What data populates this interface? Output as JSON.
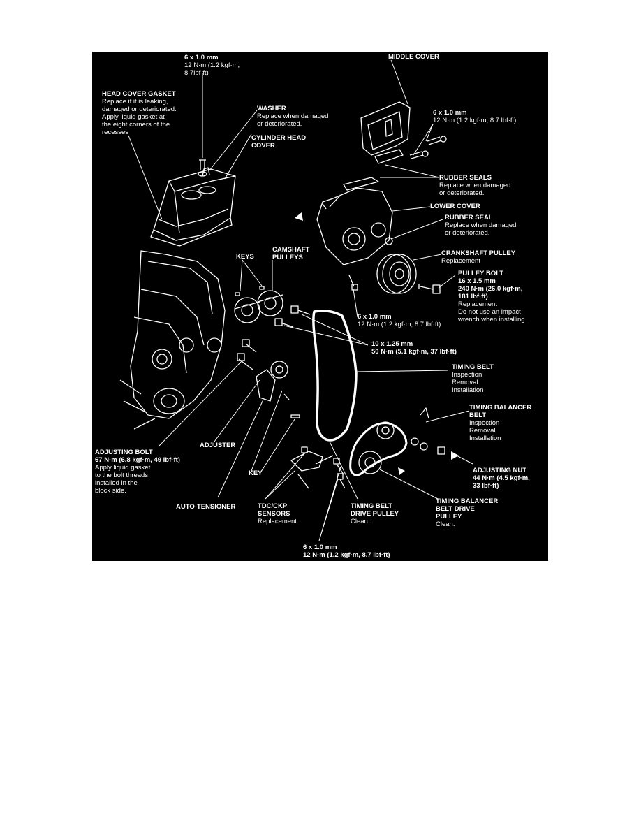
{
  "colors": {
    "background": "#000000",
    "ink": "#ffffff",
    "page": "#ffffff"
  },
  "labels": {
    "top_bolt": {
      "head": "6 x 1.0 mm",
      "lines": [
        "12 N·m (1.2 kgf·m,",
        "8.7lbf·ft)"
      ]
    },
    "head_cover_gasket": {
      "head": "HEAD COVER GASKET",
      "lines": [
        "Replace if it is leaking,",
        "damaged or deteriorated.",
        "Apply liquid gasket at",
        "the eight corners of the",
        "recesses"
      ]
    },
    "washer": {
      "head": "WASHER",
      "lines": [
        "Replace when damaged",
        "or deteriorated."
      ]
    },
    "cylinder_head_cover": {
      "head": "CYLINDER HEAD",
      "lines": [
        "COVER"
      ]
    },
    "middle_cover": {
      "head": "MIDDLE COVER",
      "lines": []
    },
    "middle_bolt": {
      "head": "6 x 1.0 mm",
      "lines": [
        "12 N·m (1.2 kgf·m, 8.7 lbf·ft)"
      ]
    },
    "rubber_seals": {
      "head": "RUBBER SEALS",
      "lines": [
        "Replace when damaged",
        "or deteriorated."
      ]
    },
    "lower_cover": {
      "head": "LOWER COVER",
      "lines": []
    },
    "rubber_seal": {
      "head": "RUBBER SEAL",
      "lines": [
        "Replace when damaged",
        "or deteriorated."
      ]
    },
    "crankshaft_pulley": {
      "head": "CRANKSHAFT PULLEY",
      "lines": [
        "Replacement"
      ]
    },
    "pulley_bolt": {
      "head": "PULLEY BOLT",
      "lines": [
        "16 x 1.5 mm",
        "240 N·m (26.0 kgf·m,",
        "181 lbf·ft)",
        "Replacement",
        "Do not use an impact",
        "wrench when installing."
      ]
    },
    "keys": {
      "head": "KEYS",
      "lines": []
    },
    "camshaft_pulleys": {
      "head": "CAMSHAFT",
      "lines": [
        "PULLEYS"
      ]
    },
    "lower_cover_bolt": {
      "head": "6 x 1.0 mm",
      "lines": [
        "12 N·m (1.2 kgf·m, 8.7 lbf·ft)"
      ]
    },
    "cam_bolt": {
      "head": "10 x 1.25 mm",
      "lines": [
        "50 N·m (5.1 kgf·m, 37 lbf·ft)"
      ]
    },
    "timing_belt": {
      "head": "TIMING BELT",
      "lines": [
        "Inspection",
        "Removal",
        "Installation"
      ]
    },
    "timing_balancer_belt": {
      "head": "TIMING BALANCER",
      "lines": [
        "BELT",
        "Inspection",
        "Removal",
        "Installation"
      ]
    },
    "adjusting_bolt": {
      "head": "ADJUSTING BOLT",
      "lines": [
        "67 N·m (6.8 kgf·m, 49 lbf·ft)",
        "Apply liquid gasket",
        "to the bolt threads",
        "installed in the",
        "block side."
      ]
    },
    "adjuster": {
      "head": "ADJUSTER",
      "lines": []
    },
    "key": {
      "head": "KEY",
      "lines": []
    },
    "adjusting_nut": {
      "head": "ADJUSTING NUT",
      "lines": [
        "44 N·m (4.5 kgf·m,",
        "33 lbf·ft)"
      ]
    },
    "auto_tensioner": {
      "head": "AUTO-TENSIONER",
      "lines": []
    },
    "tdc_ckp_sensors": {
      "head": "TDC/CKP",
      "lines": [
        "SENSORS",
        "Replacement"
      ]
    },
    "timing_belt_drive_pulley": {
      "head": "TIMING BELT",
      "lines": [
        "DRIVE PULLEY",
        "Clean."
      ]
    },
    "timing_balancer_belt_drive_pulley": {
      "head": "TIMING BALANCER",
      "lines": [
        "BELT DRIVE",
        "PULLEY",
        "Clean."
      ]
    },
    "bottom_bolt": {
      "head": "6 x 1.0 mm",
      "lines": [
        "12 N·m (1.2 kgf·m, 8.7 lbf·ft)"
      ]
    }
  }
}
